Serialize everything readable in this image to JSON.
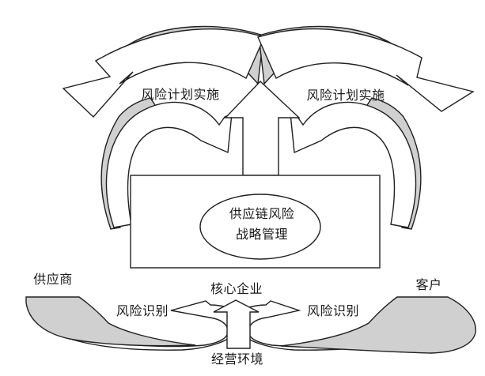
{
  "diagram": {
    "labels": {
      "risk_plan_left": "风险计划实施",
      "risk_plan_right": "风险计划实施",
      "center_box_line1": "供应链风险",
      "center_box_line2": "战略管理",
      "supplier": "供应商",
      "customer": "客户",
      "risk_identify_left": "风险识别",
      "risk_identify_right": "风险识别",
      "core_enterprise": "核心企业",
      "business_environment": "经营环境"
    },
    "colors": {
      "shape_gray": "#d0d0d0",
      "line": "#202020",
      "text": "#1a1a1a",
      "background": "#ffffff"
    }
  }
}
